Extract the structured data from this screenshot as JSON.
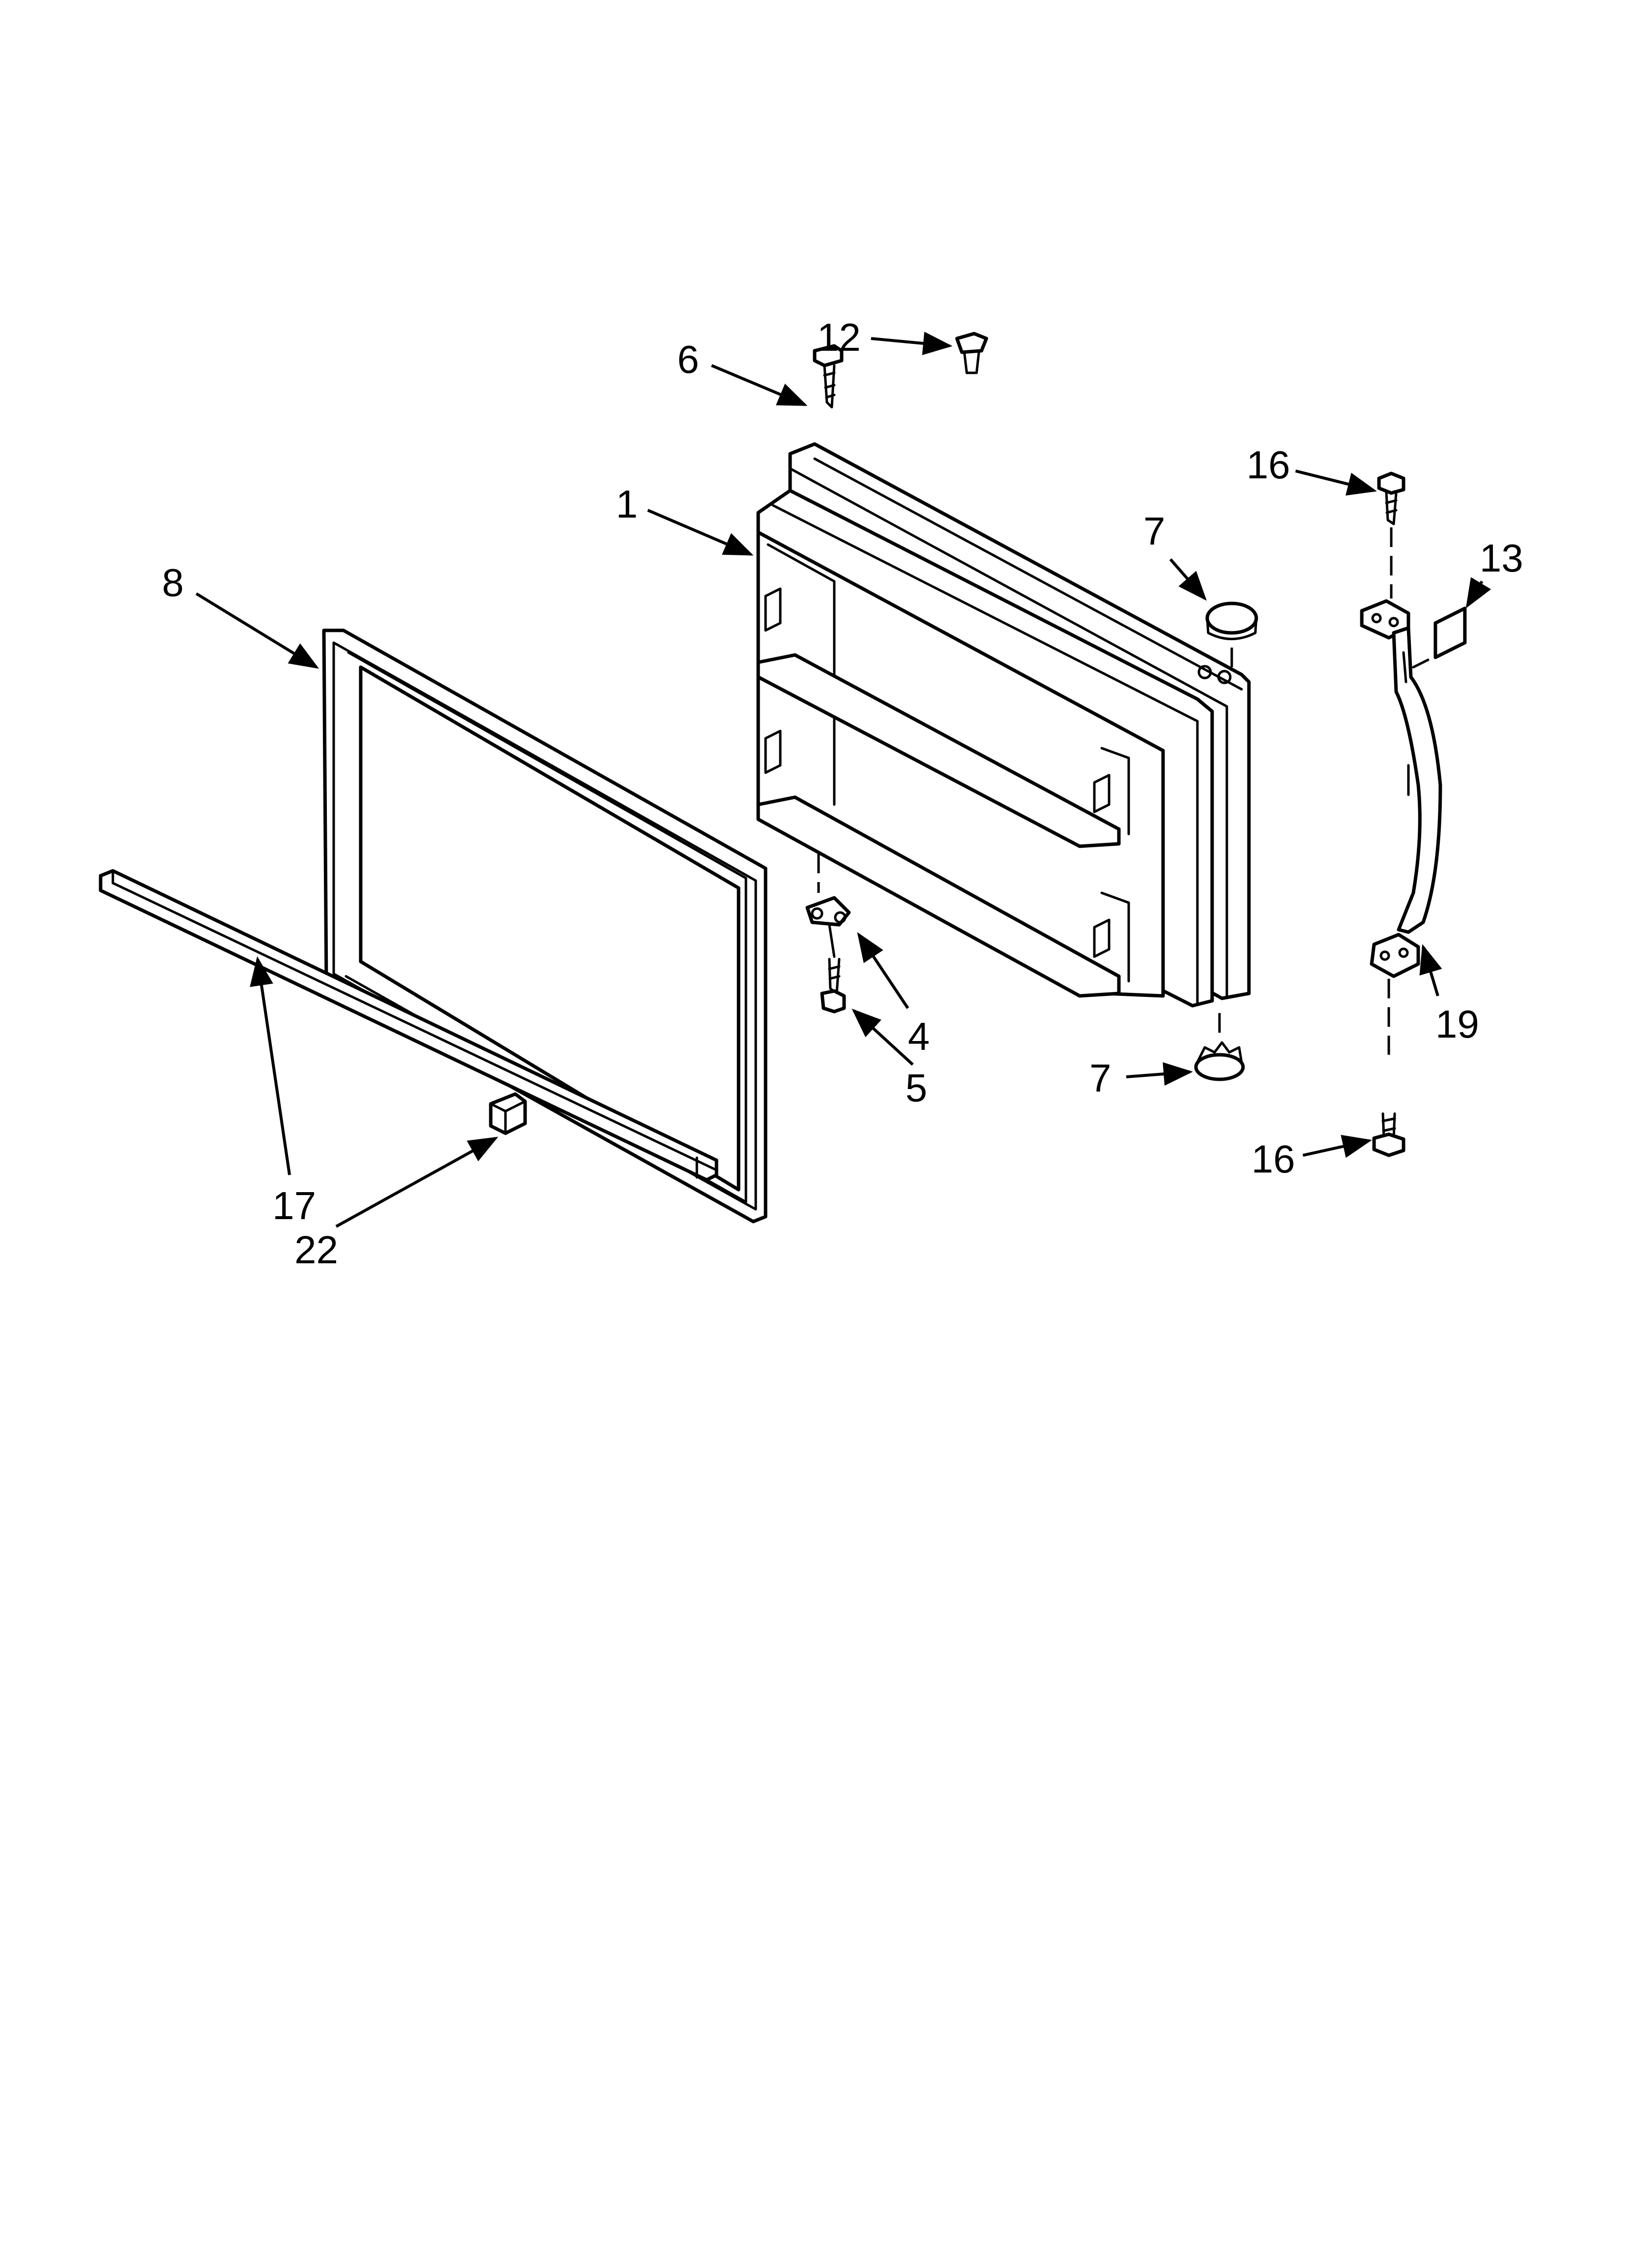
{
  "callouts": {
    "c1": "1",
    "c4": "4",
    "c5": "5",
    "c6": "6",
    "c7_top": "7",
    "c7_bottom": "7",
    "c8": "8",
    "c12": "12",
    "c13": "13",
    "c16_top": "16",
    "c16_bottom": "16",
    "c17": "17",
    "c19": "19",
    "c22": "22"
  }
}
